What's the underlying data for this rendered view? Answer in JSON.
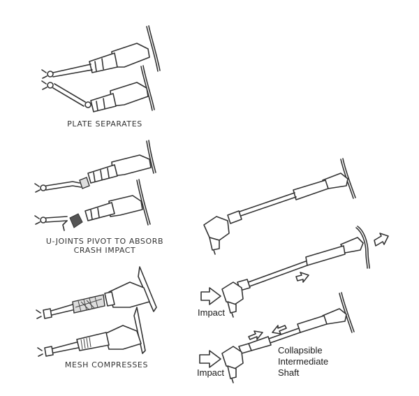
{
  "left_captions": {
    "plate": "PLATE SEPARATES",
    "ujoint_line1": "U-JOINTS PIVOT TO ABSORB",
    "ujoint_line2": "CRASH IMPACT",
    "mesh": "MESH COMPRESSES"
  },
  "right_labels": {
    "impact_middle": "Impact",
    "impact_bottom": "Impact",
    "shaft_line1": "Collapsible",
    "shaft_line2": "Intermediate",
    "shaft_line3": "Shaft"
  },
  "icons": {
    "arrow": "hollow-arrow-icon",
    "steering_wheel": "steering-wheel-icon",
    "gearbox": "steering-gearbox-icon"
  }
}
